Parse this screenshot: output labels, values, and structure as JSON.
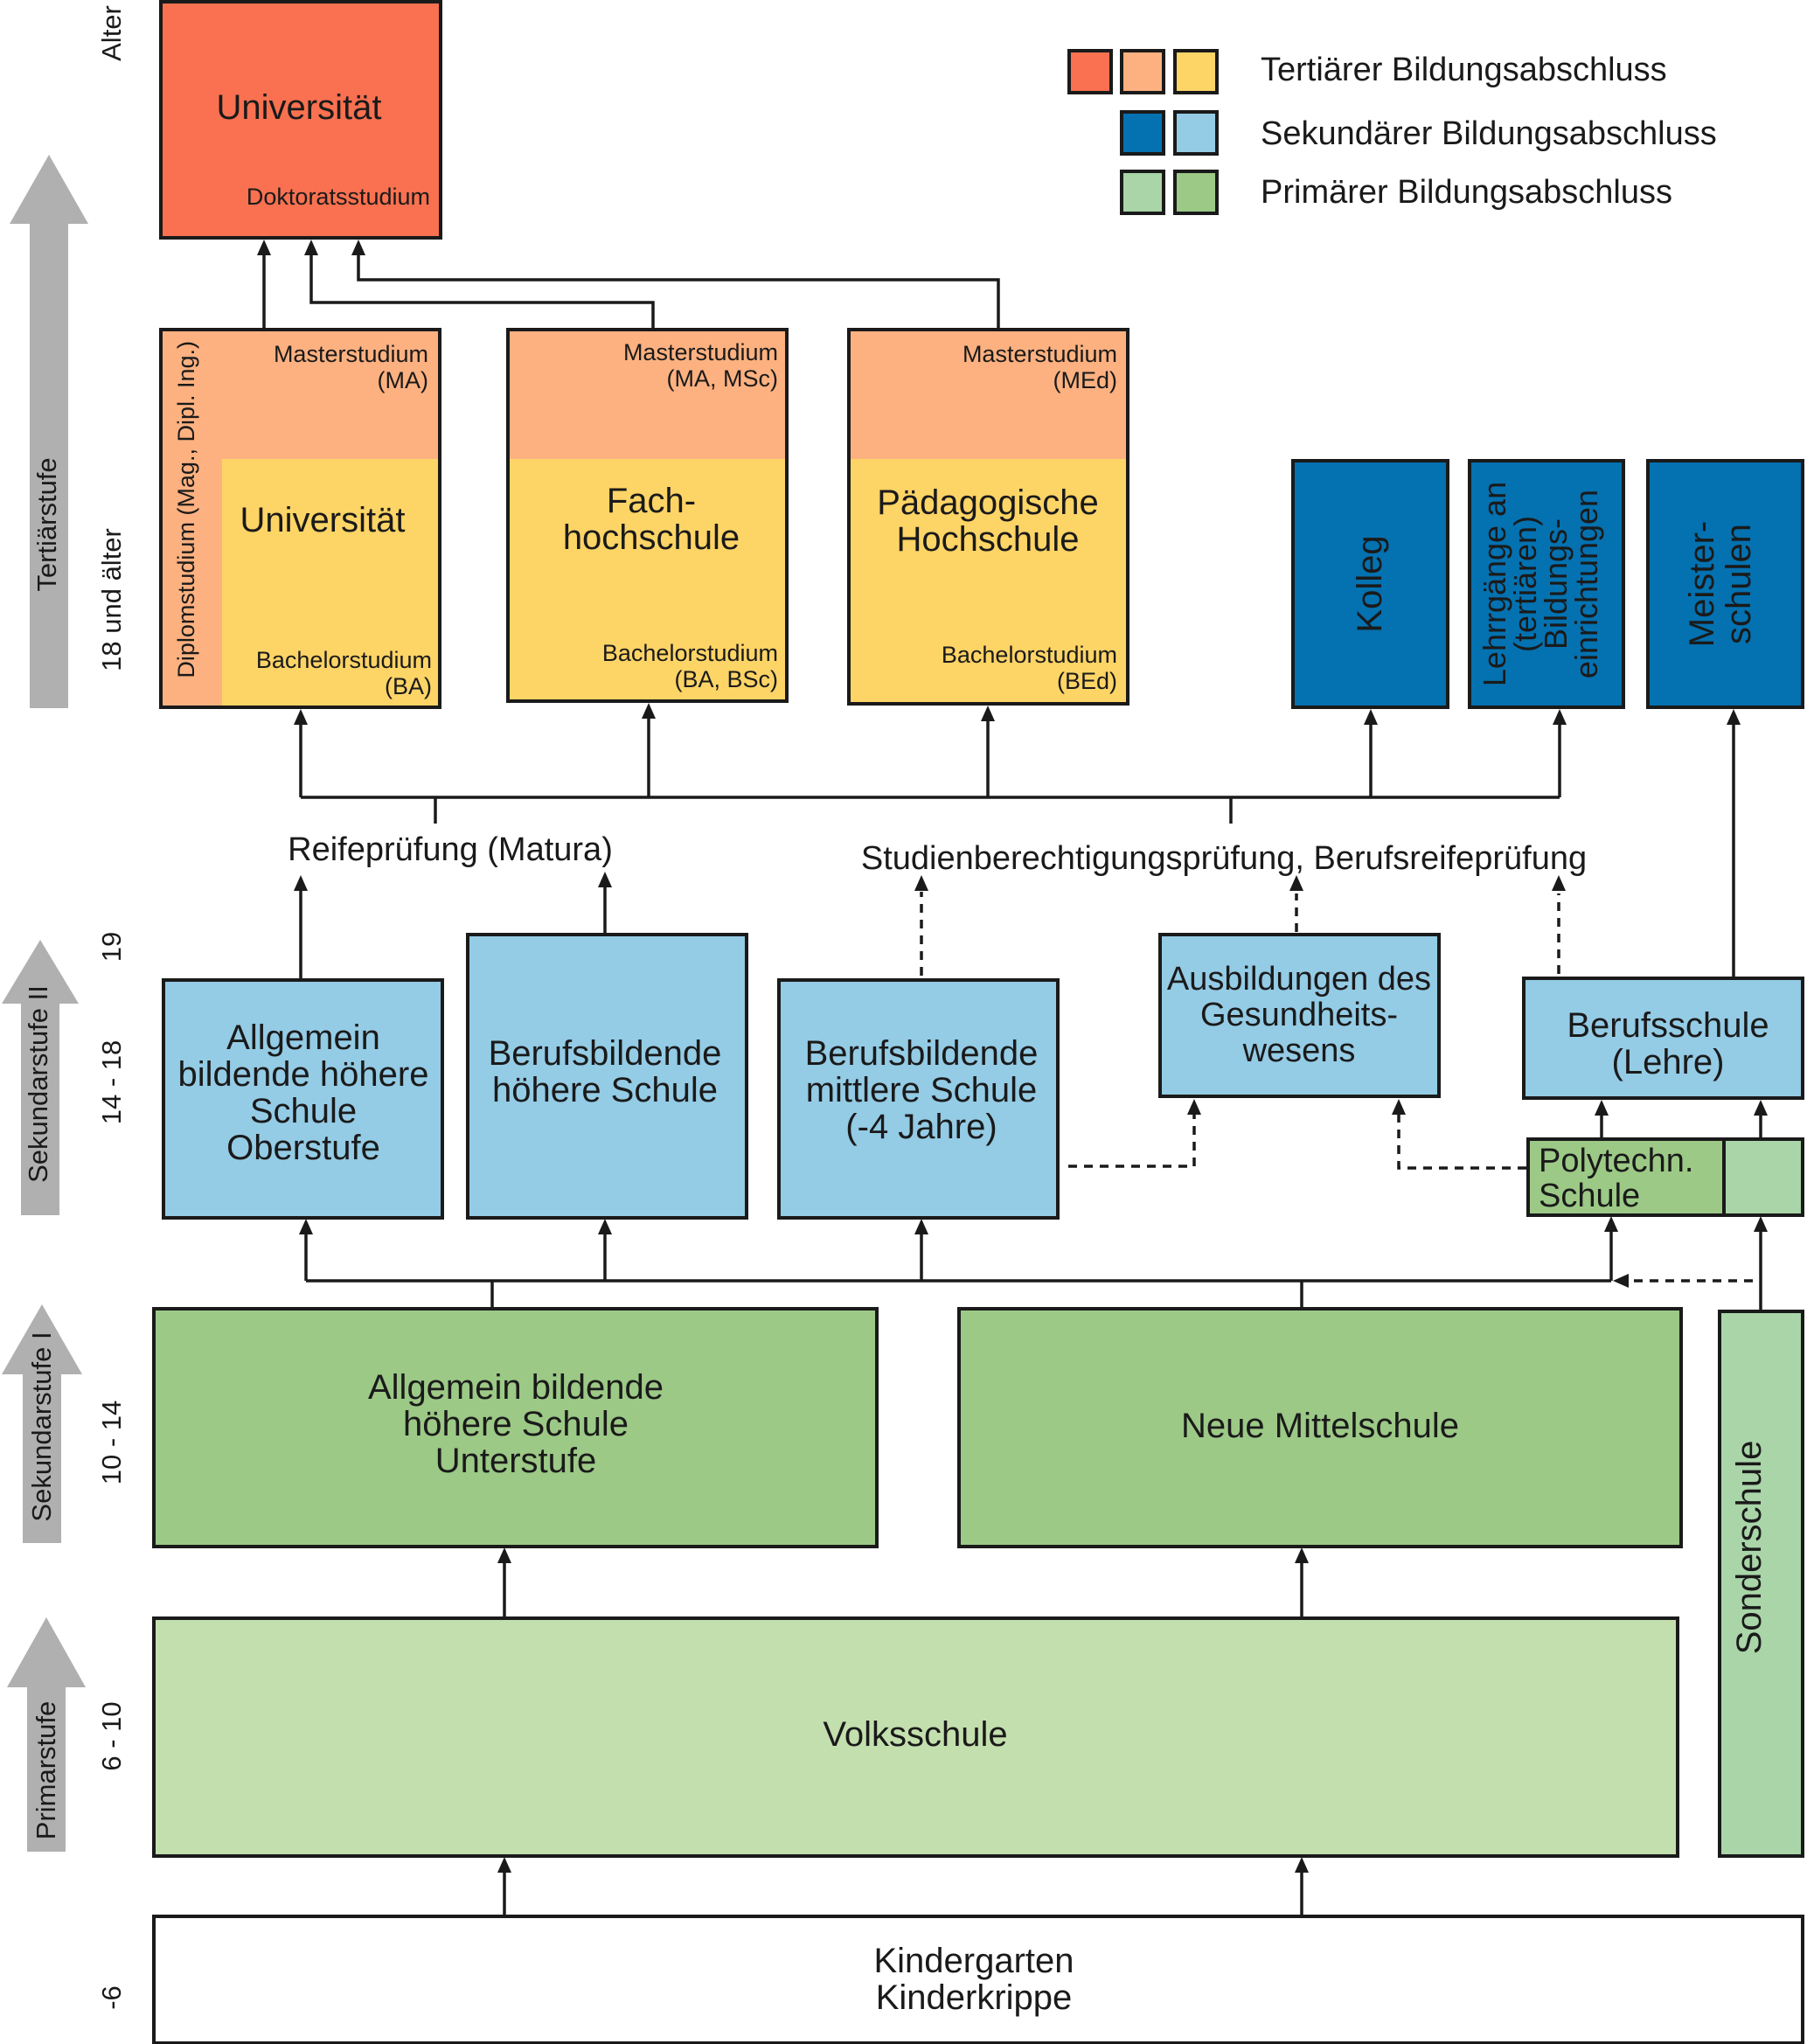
{
  "colors": {
    "tertiary_dark": "#f97150",
    "tertiary_mid": "#fdb180",
    "tertiary_light": "#fdd466",
    "secondary_dark": "#0471b0",
    "secondary_light": "#94cbe5",
    "primary_light": "#a9d5a8",
    "primary_mid": "#9cc986",
    "primary_pale": "#c3dfae",
    "stage_arrow": "#b0b0b0"
  },
  "legend": {
    "tertiary": "Tertiärer Bildungsabschluss",
    "secondary": "Sekundärer Bildungsabschluss",
    "primary": "Primärer Bildungsabschluss"
  },
  "stages": {
    "tertiary": "Tertiärstufe",
    "secondary2": "Sekundarstufe II",
    "secondary1": "Sekundarstufe I",
    "primary": "Primarstufe"
  },
  "ages": {
    "alter": "Alter",
    "a18": "18 und älter",
    "a19": "19",
    "a1418": "14 - 18",
    "a1014": "10 - 14",
    "a610": "6 - 10",
    "a6": "-6"
  },
  "boxes": {
    "uni_top": {
      "title": "Universität",
      "sub": "Doktoratsstudium"
    },
    "uni": {
      "master": [
        "Masterstudium",
        "(MA)"
      ],
      "title": "Universität",
      "bachelor": [
        "Bachelorstudium",
        "(BA)"
      ],
      "diplom": "Diplomstudium (Mag., Dipl. Ing.)"
    },
    "fh": {
      "master": [
        "Masterstudium",
        "(MA, MSc)"
      ],
      "title": [
        "Fach-",
        "hochschule"
      ],
      "bachelor": [
        "Bachelorstudium",
        "(BA, BSc)"
      ]
    },
    "ph": {
      "master": [
        "Masterstudium",
        "(MEd)"
      ],
      "title": [
        "Pädagogische",
        "Hochschule"
      ],
      "bachelor": [
        "Bachelorstudium",
        "(BEd)"
      ]
    },
    "kolleg": "Kolleg",
    "lehrgaenge": [
      "Lehrrgänge an",
      "(tertiären)",
      "Bildungs-",
      "einrichtungen"
    ],
    "meister": [
      "Meister-",
      "schulen"
    ],
    "ahs_ober": [
      "Allgemein",
      "bildende höhere",
      "Schule",
      "Oberstufe"
    ],
    "bhs": [
      "Berufsbildende",
      "höhere Schule"
    ],
    "bms": [
      "Berufsbildende",
      "mittlere Schule",
      "(-4 Jahre)"
    ],
    "gesundheit": [
      "Ausbildungen des",
      "Gesundheits-",
      "wesens"
    ],
    "berufsschule": [
      "Berufsschule",
      "(Lehre)"
    ],
    "poly": [
      "Polytechn.",
      "Schule"
    ],
    "ahs_unter": [
      "Allgemein bildende",
      "höhere Schule",
      "Unterstufe"
    ],
    "nms": "Neue Mittelschule",
    "sonder": "Sonderschule",
    "volks": "Volksschule",
    "kinder": [
      "Kindergarten",
      "Kinderkrippe"
    ]
  },
  "labels": {
    "matura": "Reifeprüfung (Matura)",
    "studienberechtigung": "Studienberechtigungsprüfung, Berufsreifeprüfung"
  }
}
